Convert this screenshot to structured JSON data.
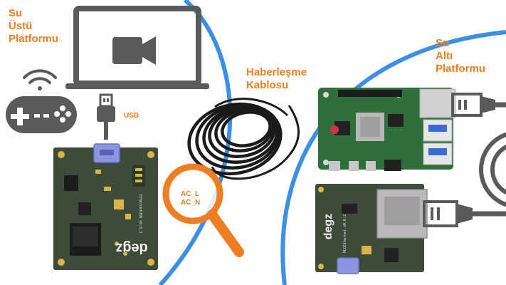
{
  "surface": {
    "line1": "Su",
    "line2": "Üstü",
    "line3": "Platformu"
  },
  "underwater": {
    "line1": "Su",
    "line2": "Altı",
    "line3": "Platformu"
  },
  "cable": {
    "line1": "Haberleşme",
    "line2": "Kablosu"
  },
  "usb_label": "USB",
  "ac": {
    "line1": "AC_L",
    "line2": "AC_N"
  },
  "board_left": {
    "brand": "degz",
    "model": "EthernetUSB v0.0.3"
  },
  "board_right": {
    "brand": "degz",
    "model": "PLCEthernet v0.0.2"
  },
  "colors": {
    "accent_orange": "#ef7d22",
    "boundary_blue": "#3d8fe6",
    "icon_gray": "#5a5a5a",
    "pcb_green": "#3c4c38"
  }
}
